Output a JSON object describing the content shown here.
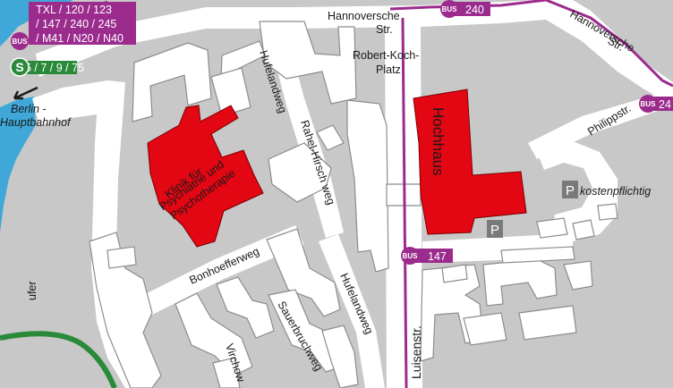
{
  "colors": {
    "water": "#3fa8d8",
    "ground": "#c8c8c8",
    "road": "#ffffff",
    "building": "#ffffff",
    "highlight": "#e30613",
    "bus": "#9b2c8e",
    "sbahn": "#2a8a3a",
    "parking": "#7a7a7a",
    "text": "#1a1a1a"
  },
  "streets": {
    "hannoversche_top_1": "Hannoversche",
    "hannoversche_top_2": "Str.",
    "hannoversche_right_1": "Hannoversche",
    "hannoversche_right_2": "Str.",
    "robert_koch_1": "Robert-Koch-",
    "robert_koch_2": "Platz",
    "hufelandweg_top": "Hufelandweg",
    "rahel_hirsch": "Rahel-Hirsch weg",
    "philippstr": "Philippstr.",
    "bonhoefferweg": "Bonhoefferweg",
    "hufelandweg_bottom": "Hufelandweg",
    "sauerbruchweg": "Sauerbruchweg",
    "virchow": "Virchow",
    "luisenstr": "Luisenstr.",
    "ufer": "ufer"
  },
  "buildings": {
    "hochhaus": "Hochhaus",
    "klinik_1": "Klinik für",
    "klinik_2": "Psychiatrie und",
    "klinik_3": "Psychotherapie"
  },
  "transit": {
    "bus_badge": "BUS",
    "bus_lines_1": "TXL / 120 / 123",
    "bus_lines_2": "/ 147 / 240 / 245",
    "bus_lines_3": "/ M41 / N20 / N40",
    "sbahn_badge": "S",
    "sbahn_lines": "5 / 7 / 9 / 75",
    "bus_240_top": "240",
    "bus_240_right": "24",
    "bus_147": "147",
    "direction_1": "Berlin -",
    "direction_2": "Hauptbahnhof"
  },
  "parking": {
    "symbol": "P",
    "note": "kostenpflichtig"
  }
}
